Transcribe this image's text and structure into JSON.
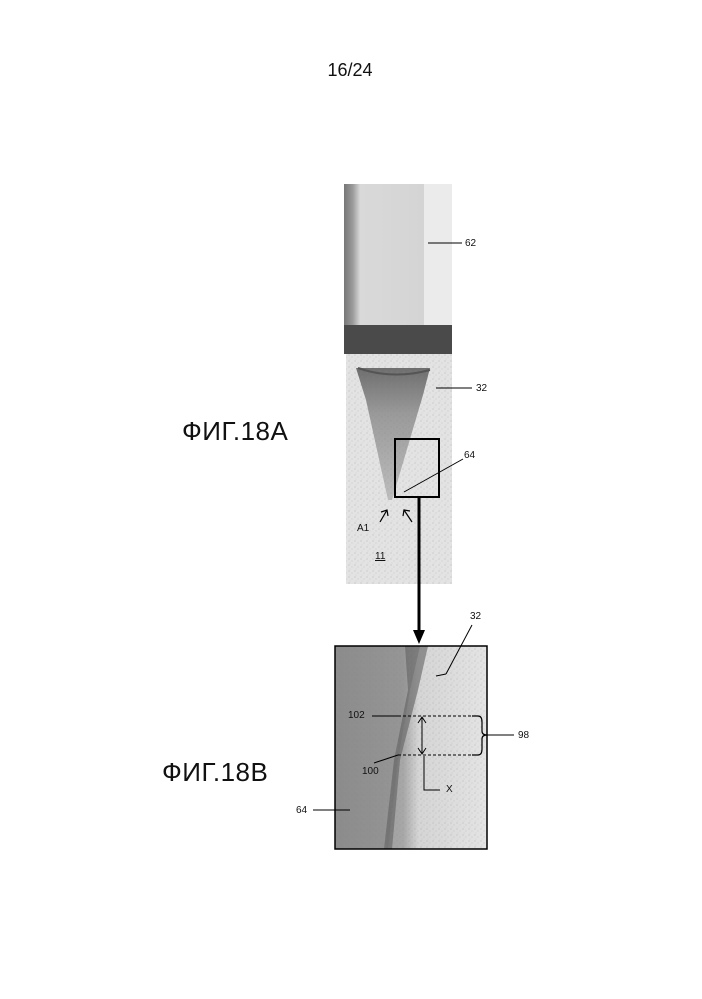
{
  "page": {
    "number": "16/24"
  },
  "figures": {
    "fig_a": {
      "label": "ФИГ.18А",
      "refs": {
        "r62": "62",
        "r32": "32",
        "r64": "64",
        "r_a1": "А1",
        "r11": "11"
      }
    },
    "fig_b": {
      "label": "ФИГ.18В",
      "refs": {
        "r32": "32",
        "r102": "102",
        "r98": "98",
        "r100": "100",
        "r_x": "X",
        "r64": "64"
      }
    }
  }
}
